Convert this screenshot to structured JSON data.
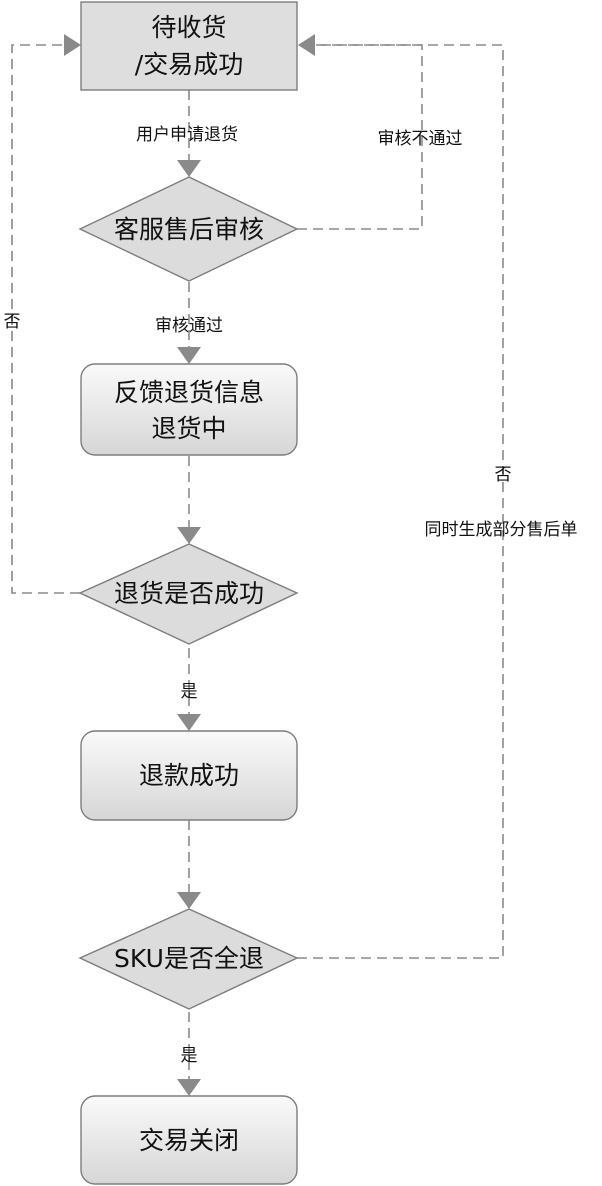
{
  "nodes": {
    "start_line1": "待收货",
    "start_line2": "/交易成功",
    "review": "客服售后审核",
    "feedback_line1": "反馈退货信息",
    "feedback_line2": "退货中",
    "return_check": "退货是否成功",
    "refund": "退款成功",
    "sku_check": "SKU是否全退",
    "closed": "交易关闭"
  },
  "labels": {
    "apply_refund": "用户申请退货",
    "review_fail": "审核不通过",
    "review_pass": "审核通过",
    "return_no": "否",
    "return_yes": "是",
    "sku_no": "否",
    "sku_no_note": "同时生成部分售后单",
    "sku_yes": "是"
  }
}
